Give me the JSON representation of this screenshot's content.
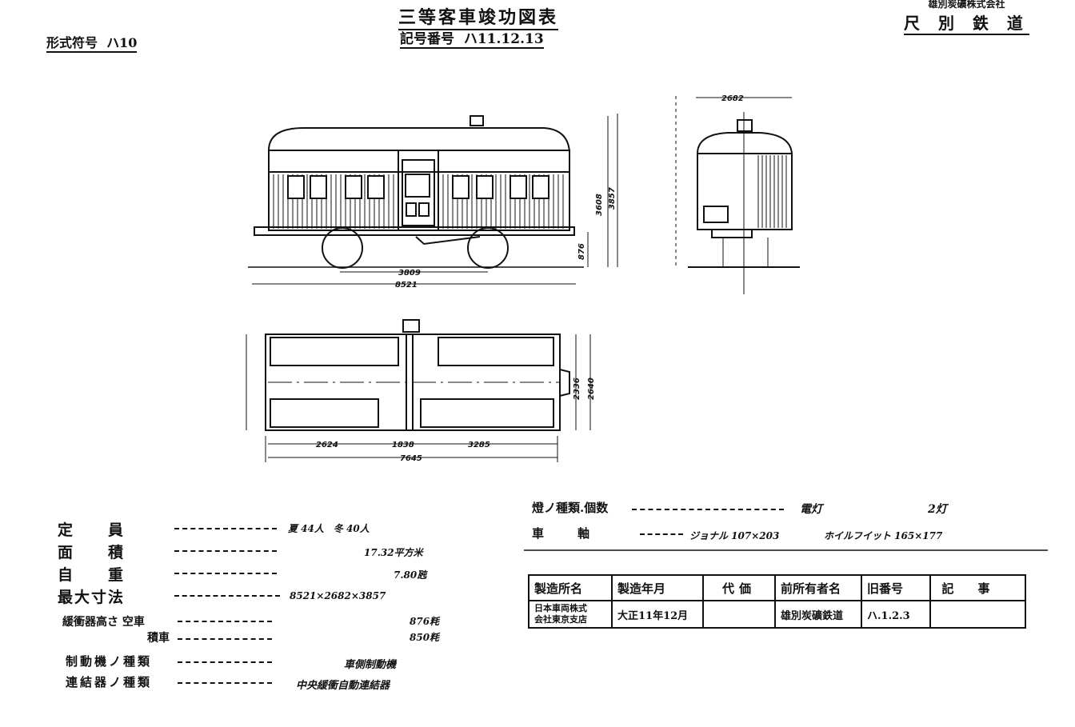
{
  "header": {
    "title": "三等客車竣功図表",
    "type_code_label": "形式符号",
    "type_code": "ハ10",
    "number_label": "記号番号",
    "numbers": "ハ11.12.13",
    "company_line1": "雄別炭礦株式会社",
    "company_line2": "尺 別 鉄 道"
  },
  "specs": [
    {
      "label": "定　　員",
      "value": "夏 44人　冬 40人"
    },
    {
      "label": "面　　積",
      "value": "17.32平方米"
    },
    {
      "label": "自　　重",
      "value": "7.80瓲"
    },
    {
      "label": "最大寸法",
      "value": "8521×2682×3857"
    },
    {
      "label": "緩衝器高さ 空車",
      "value": "876粍"
    },
    {
      "label": "積車",
      "value": "850粍"
    },
    {
      "label": "制動機ノ種類",
      "value": "車側制動機"
    },
    {
      "label": "連結器ノ種類",
      "value": "中央緩衝自動連結器"
    }
  ],
  "specs_right": [
    {
      "label": "燈ノ種類.個数",
      "value": "電灯",
      "value2": "2灯"
    },
    {
      "label": "車　　軸",
      "value": "ジョナル 107×203",
      "value2": "ホイルフイット 165×177"
    }
  ],
  "history_table": {
    "headers": [
      "製造所名",
      "製造年月",
      "代価",
      "前所有者名",
      "旧番号",
      "記事"
    ],
    "row": [
      "日本車両株式会社東京支店",
      "大正11年12月",
      "",
      "雄別炭礦鉄道",
      "ハ.1.2.3",
      ""
    ],
    "row_maker_line1": "日本車両株式",
    "row_maker_line2": "会社東京支店"
  },
  "dimensions": {
    "side_length": "8521",
    "wheelbase": "3809",
    "height_body": "3608",
    "height_total": "3857",
    "coupler_height": "876",
    "end_width": "2682",
    "plan_left": "2624",
    "plan_mid": "1838",
    "plan_right": "3285",
    "plan_total": "7645",
    "plan_inner_width": "2336",
    "plan_width": "2640"
  }
}
